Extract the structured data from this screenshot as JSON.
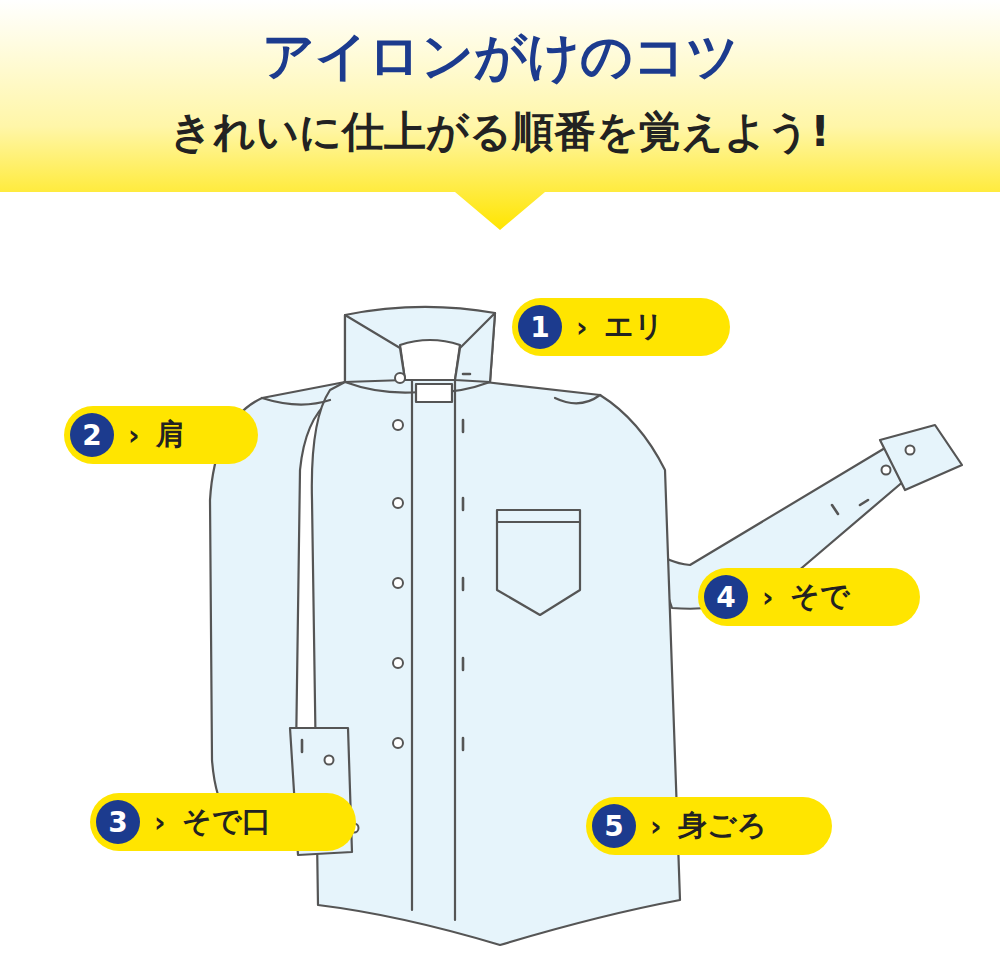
{
  "diagram": {
    "title": "アイロンがけのコツ",
    "nodes": [
      {
        "text": [
          "1",
          "›",
          "エリ"
        ]
      },
      {
        "text": [
          "2",
          "›",
          "肩"
        ]
      },
      {
        "text": [
          "3",
          "›",
          "そで口"
        ]
      },
      {
        "text": [
          "4",
          "›",
          "そで"
        ]
      },
      {
        "text": [
          "5",
          "›",
          "身ごろ"
        ]
      }
    ],
    "labels": [
      "きれいに仕上がる順番を覚えよう!"
    ]
  }
}
